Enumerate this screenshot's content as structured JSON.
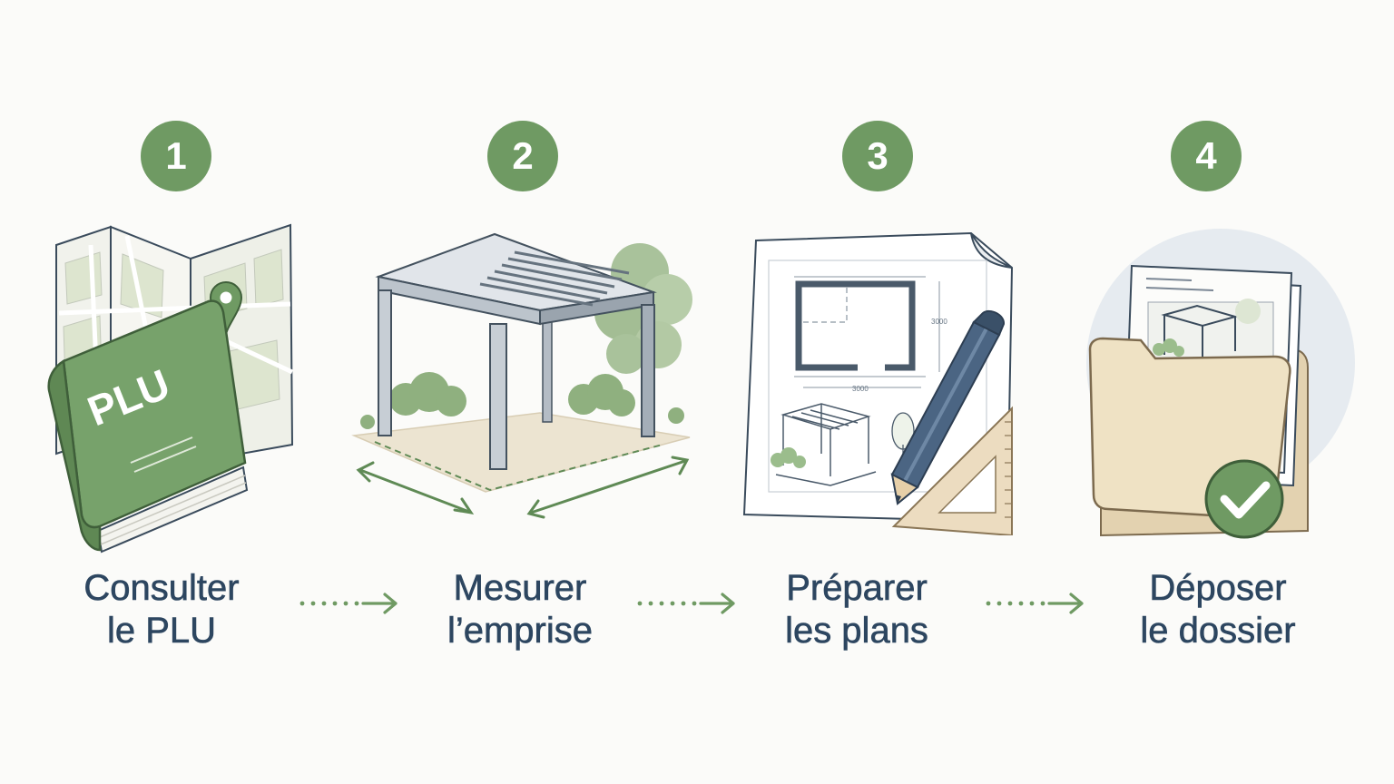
{
  "steps": [
    {
      "number": "1",
      "label_line1": "Consulter",
      "label_line2": "le PLU"
    },
    {
      "number": "2",
      "label_line1": "Mesurer",
      "label_line2": "l’emprise"
    },
    {
      "number": "3",
      "label_line1": "Préparer",
      "label_line2": "les plans"
    },
    {
      "number": "4",
      "label_line1": "Déposer",
      "label_line2": "le dossier"
    }
  ],
  "illustrations": {
    "book_title": "PLU",
    "plan_height_dim": "3000",
    "plan_width_dim": "3000"
  },
  "colors": {
    "badge": "#6f9a63",
    "label_text": "#2d4660",
    "connector": "#6f9a63"
  },
  "icons": {
    "step1": "map-and-book-icon",
    "step2": "pergola-icon",
    "step3": "blueprint-pencil-icon",
    "step4": "folder-check-icon"
  }
}
